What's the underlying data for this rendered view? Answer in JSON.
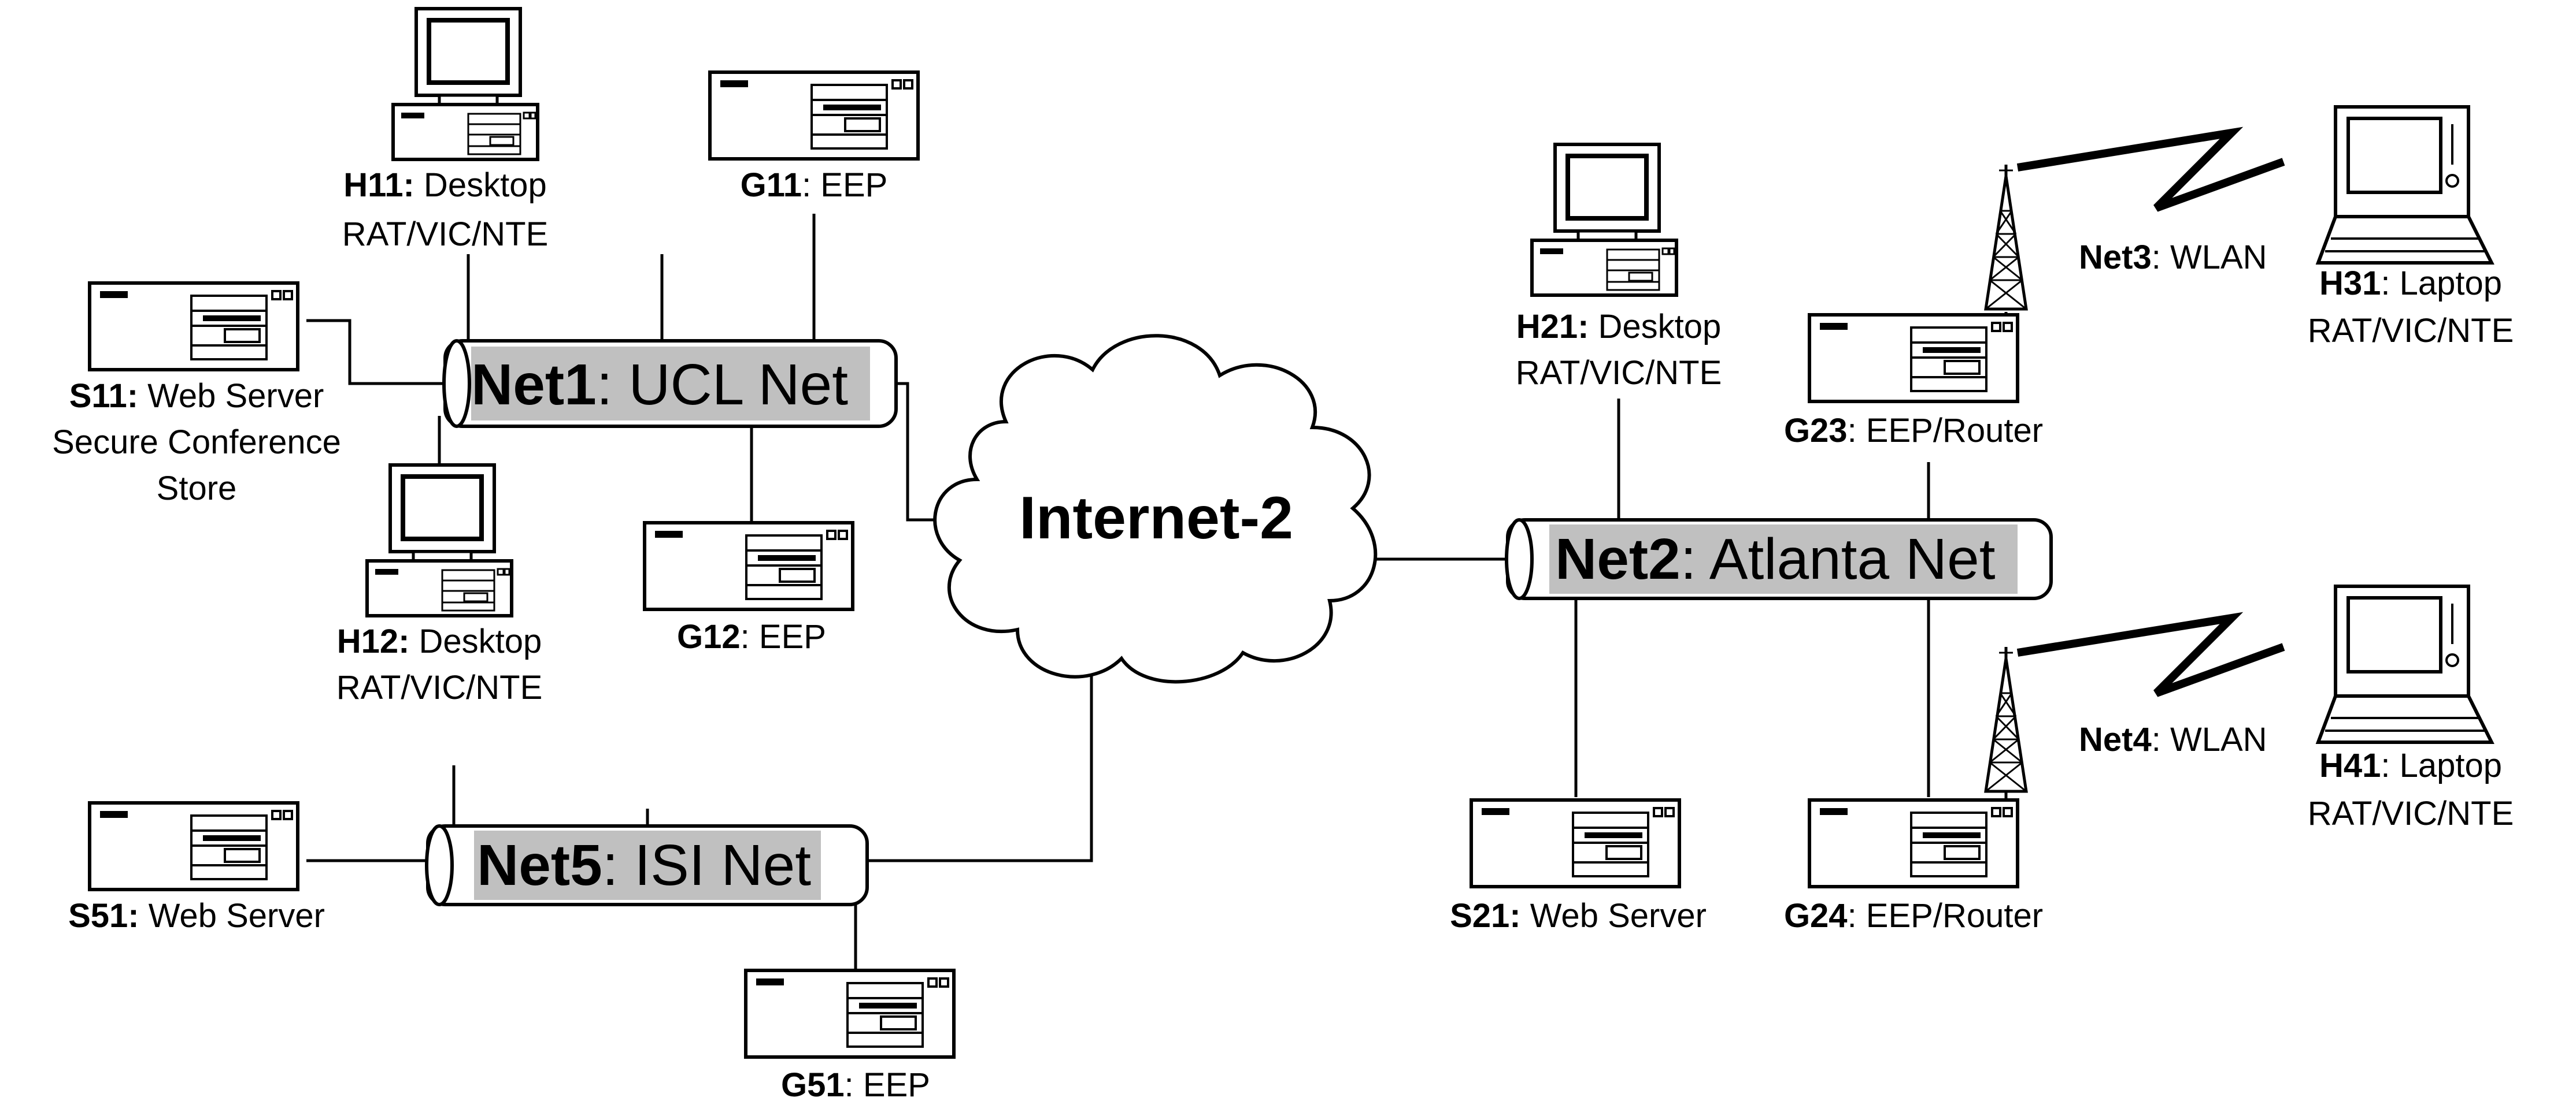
{
  "diagram": {
    "cloud": {
      "label": "Internet-2"
    },
    "networks": {
      "net1": {
        "id": "Net1",
        "name": ": UCL Net"
      },
      "net2": {
        "id": "Net2",
        "name": ": Atlanta Net"
      },
      "net5": {
        "id": "Net5",
        "name": ": ISI Net"
      },
      "net3": {
        "id": "Net3",
        "name": ": WLAN"
      },
      "net4": {
        "id": "Net4",
        "name": ": WLAN"
      }
    },
    "nodes": {
      "h11": {
        "id": "H11:",
        "line1": " Desktop",
        "line2": "RAT/VIC/NTE"
      },
      "g11": {
        "id": "G11",
        "line1": ": EEP"
      },
      "s11": {
        "id": "S11:",
        "line1": " Web Server",
        "line2": "Secure Conference",
        "line3": "Store"
      },
      "h12": {
        "id": "H12:",
        "line1": " Desktop",
        "line2": "RAT/VIC/NTE"
      },
      "g12": {
        "id": "G12",
        "line1": ": EEP"
      },
      "h21": {
        "id": "H21:",
        "line1": " Desktop",
        "line2": "RAT/VIC/NTE"
      },
      "g23": {
        "id": "G23",
        "line1": ": EEP/Router"
      },
      "h31": {
        "id": "H31",
        "line1": ": Laptop",
        "line2": "RAT/VIC/NTE"
      },
      "h41": {
        "id": "H41",
        "line1": ": Laptop",
        "line2": "RAT/VIC/NTE"
      },
      "s21": {
        "id": "S21:",
        "line1": " Web Server"
      },
      "g24": {
        "id": "G24",
        "line1": ": EEP/Router"
      },
      "s51": {
        "id": "S51:",
        "line1": " Web Server"
      },
      "g51": {
        "id": "G51",
        "line1": ": EEP"
      }
    }
  }
}
